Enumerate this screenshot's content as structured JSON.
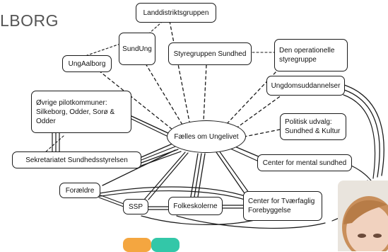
{
  "page": {
    "title": "LBORG"
  },
  "center_node": {
    "label": "Fælles om Ungelivet"
  },
  "nodes": {
    "landdistrikt": "Landdistriktsgruppen",
    "sundung": "SundUng",
    "styregruppen": "Styregruppen Sundhed",
    "operationelle": "Den operationelle\nstyregruppe",
    "ungaalborg": "UngAalborg",
    "ungdomsudd": "Ungdomsuddannelser",
    "pilot": "Øvrige pilotkommuner:\nSilkeborg, Odder, Sorø &\nOdder",
    "politisk": "Politisk udvalg:\nSundhed & Kultur",
    "sekretariat": "Sekretariatet Sundhedsstyrelsen",
    "mental": "Center for mental sundhed",
    "foraeldre": "Forældre",
    "ssp": "SSP",
    "folkeskolerne": "Folkeskolerne",
    "tvaerfaglig": "Center for Tværfaglig\nForebyggelse"
  },
  "colors": {
    "line": "#1a1a1a",
    "title": "#555555",
    "blob_orange": "#f4a640",
    "blob_teal": "#33c7a8"
  }
}
